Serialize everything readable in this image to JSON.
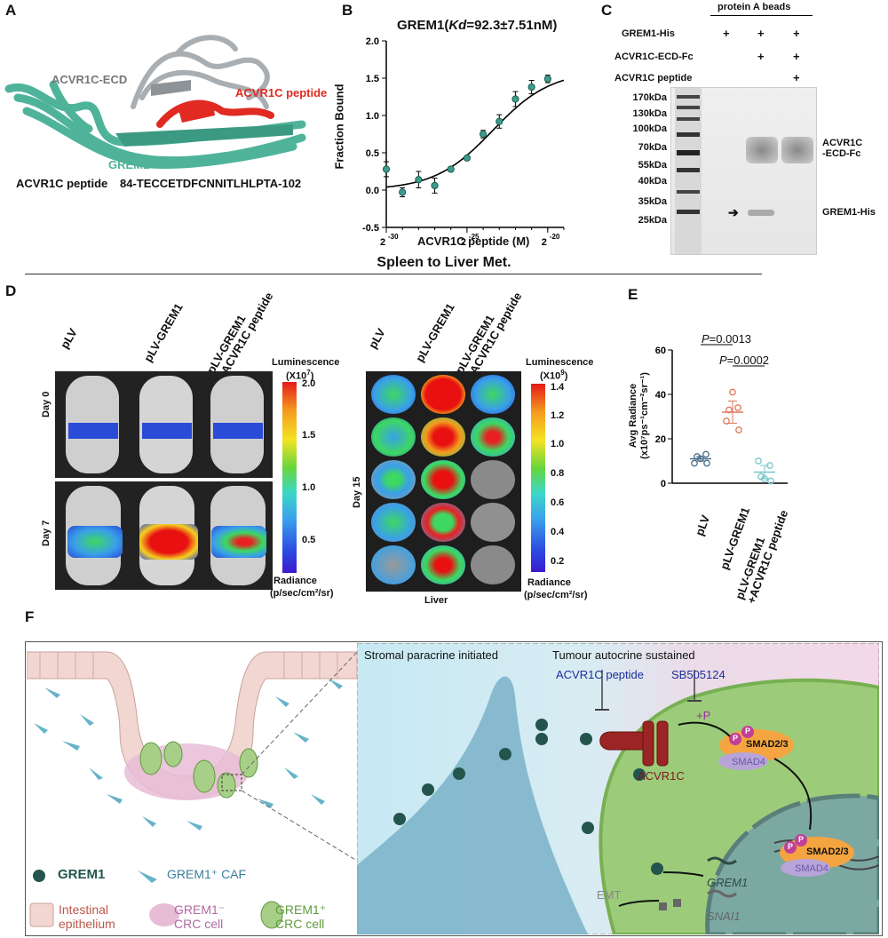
{
  "panels": {
    "A": "A",
    "B": "B",
    "C": "C",
    "D": "D",
    "E": "E",
    "F": "F"
  },
  "panelA": {
    "ecd_label": "ACVR1C-ECD",
    "peptide_label": "ACVR1C peptide",
    "grem_label": "GREM1",
    "seq_name": "ACVR1C peptide",
    "seq": "84-TECCETDFCNNITLHLPTA-102",
    "colors": {
      "grem": "#4fb39a",
      "ecd": "#a9aeb2",
      "peptide": "#e02a22"
    }
  },
  "panelB": {
    "title_main": "GREM1(",
    "title_k": "Kd",
    "title_rest": "=92.3±7.51nM)",
    "ylabel": "Fraction Bound",
    "xlabel": "ACVR1C peptide  (M)",
    "yticks": [
      "2.0",
      "1.5",
      "1.0",
      "0.5",
      "0.0",
      "-0.5"
    ],
    "xticks": [
      {
        "base": "2",
        "exp": "-30"
      },
      {
        "base": "2",
        "exp": "-25"
      },
      {
        "base": "2",
        "exp": "-20"
      }
    ]
  },
  "chart_data": {
    "type": "scatter",
    "x_scale": "log2",
    "x_exponent": [
      -30,
      -29,
      -28,
      -27,
      -26,
      -25,
      -24,
      -23,
      -22,
      -21,
      -20
    ],
    "y": [
      0.28,
      -0.03,
      0.14,
      0.06,
      0.28,
      0.43,
      0.75,
      0.92,
      1.22,
      1.38,
      1.49
    ],
    "yerr": [
      0.1,
      0.06,
      0.11,
      0.1,
      0.03,
      0.03,
      0.05,
      0.09,
      0.1,
      0.09,
      0.05
    ],
    "ylim": [
      -0.5,
      2.0
    ],
    "xlim_exponent": [
      -30,
      -19
    ],
    "fit": "sigmoid",
    "color": "#3a9e8c"
  },
  "panelC": {
    "header": "protein A beads",
    "rows": [
      {
        "name": "GREM1-His",
        "marks": [
          "+",
          "+",
          "+"
        ]
      },
      {
        "name": "ACVR1C-ECD-Fc",
        "marks": [
          "",
          "+",
          "+"
        ]
      },
      {
        "name": "ACVR1C peptide",
        "marks": [
          "",
          "",
          "+"
        ]
      }
    ],
    "ladder": [
      "170kDa",
      "130kDa",
      "100kDa",
      "70kDa",
      "55kDa",
      "40kDa",
      "35kDa",
      "25kDa"
    ],
    "band1": "ACVR1C",
    "band1b": "-ECD-Fc",
    "band2": "GREM1-His"
  },
  "section_title": "Spleen to Liver Met.",
  "panelD": {
    "groups": [
      "pLV",
      "pLV-GREM1",
      "pLV-GREM1\n+ACVR1C peptide"
    ],
    "day0": "Day 0",
    "day7": "Day 7",
    "day15": "Day 15",
    "liver": "Liver",
    "scale1": {
      "title": "Luminescence",
      "unit_base": "(X10",
      "unit_exp": "7",
      "unit_end": ")",
      "ticks": [
        "2.0",
        "1.5",
        "1.0",
        "0.5"
      ]
    },
    "scale2": {
      "title": "Luminescence",
      "unit_base": "(X10",
      "unit_exp": "9",
      "unit_end": ")",
      "ticks": [
        "1.4",
        "1.2",
        "1.0",
        "0.8",
        "0.6",
        "0.4",
        "0.2"
      ]
    },
    "radiance": "Radiance",
    "radiance_unit": "(p/sec/cm²/sr)"
  },
  "panelE": {
    "ylabel1": "Avg Radiance",
    "ylabel2": "(x10⁷ps⁻¹cm⁻²sr⁻¹)",
    "yticks": [
      "60",
      "40",
      "20",
      "0"
    ],
    "p1_label": "P",
    "p1_val": "=0.0013",
    "p2_label": "P",
    "p2_val": "=0.0002",
    "groups": [
      "pLV",
      "pLV-GREM1",
      "pLV-GREM1\n+ACVR1C peptide"
    ],
    "values": {
      "pLV": [
        9,
        13,
        11,
        12,
        9
      ],
      "pLV-GREM1": [
        28,
        34,
        41,
        33,
        24
      ],
      "pLV-GREM1+ACVR1C peptide": [
        10,
        8,
        2,
        3,
        1
      ]
    },
    "means": [
      11,
      32,
      5
    ],
    "sems": [
      1,
      5,
      3
    ],
    "colors": [
      "#4a6f8a",
      "#e0785c",
      "#7bc6c8"
    ]
  },
  "panelF": {
    "stromal": "Stromal paracrine initiated",
    "tumour": "Tumour autocrine sustained",
    "inhib1": "ACVR1C peptide",
    "inhib2": "SB505124",
    "plusP": "+P",
    "receptor": "ACVR1C",
    "smad23": "SMAD2/3",
    "smad4": "SMAD4",
    "p": "P",
    "grem_gene": "GREM1",
    "snai": "SNAI1",
    "emt": "EMT",
    "legend": {
      "grem1": "GREM1",
      "caf": "GREM1⁺ CAF",
      "epi1": "Intestinal",
      "epi2": "epithelium",
      "neg1": "GREM1⁻",
      "neg2": "CRC cell",
      "pos1": "GREM1⁺",
      "pos2": "CRC cell"
    }
  }
}
